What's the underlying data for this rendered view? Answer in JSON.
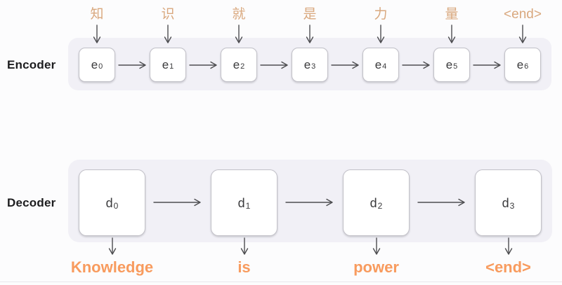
{
  "diagram": {
    "encoder": {
      "label": "Encoder",
      "inputs": [
        "知",
        "识",
        "就",
        "是",
        "力",
        "量",
        "<end>"
      ],
      "units": [
        {
          "base": "e",
          "sub": "0"
        },
        {
          "base": "e",
          "sub": "1"
        },
        {
          "base": "e",
          "sub": "2"
        },
        {
          "base": "e",
          "sub": "3"
        },
        {
          "base": "e",
          "sub": "4"
        },
        {
          "base": "e",
          "sub": "5"
        },
        {
          "base": "e",
          "sub": "6"
        }
      ]
    },
    "decoder": {
      "label": "Decoder",
      "units": [
        {
          "base": "d",
          "sub": "0"
        },
        {
          "base": "d",
          "sub": "1"
        },
        {
          "base": "d",
          "sub": "2"
        },
        {
          "base": "d",
          "sub": "3"
        }
      ],
      "outputs": [
        "Knowledge",
        "is",
        "power",
        "<end>"
      ]
    },
    "colors": {
      "canvas_bg": "#fcfcfd",
      "panel_bg": "#f1f0f6",
      "box_bg": "#ffffff",
      "box_border": "#c2c1c8",
      "unit_text": "#3a3a3c",
      "arrow": "#4d4d50",
      "section_label": "#1d1d1f",
      "input_text": "#d9a87e",
      "output_text": "#f89b5e",
      "divider": "#e9e8ec"
    }
  }
}
